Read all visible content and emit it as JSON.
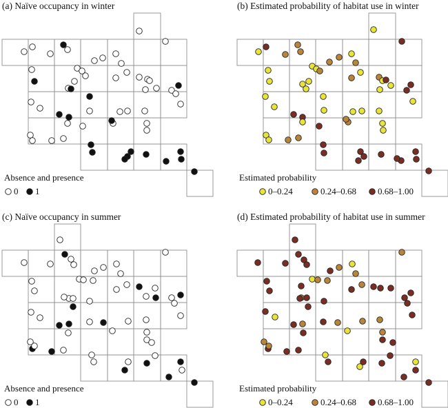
{
  "colors": {
    "absent_fill": "#ffffff",
    "present_fill": "#111111",
    "prob_low": "#e8e43a",
    "prob_mid": "#b9853a",
    "prob_high": "#7a2d24",
    "grid_stroke": "#8f8f8f",
    "marker_stroke": "#222222"
  },
  "panels": [
    {
      "id": "a",
      "title": "(a) Naïve occupancy in winter",
      "kind": "naive",
      "legend": {
        "title": "Absence and presence",
        "items": [
          "0",
          "1"
        ]
      },
      "points": [
        [
          202,
          45,
          0
        ],
        [
          35,
          75,
          0
        ],
        [
          47,
          68,
          0
        ],
        [
          92,
          65,
          1
        ],
        [
          98,
          72,
          0
        ],
        [
          73,
          78,
          0
        ],
        [
          240,
          60,
          0
        ],
        [
          168,
          78,
          0
        ],
        [
          149,
          84,
          0
        ],
        [
          137,
          88,
          0
        ],
        [
          176,
          92,
          0
        ],
        [
          112,
          99,
          0
        ],
        [
          119,
          103,
          0
        ],
        [
          124,
          110,
          0
        ],
        [
          108,
          118,
          0
        ],
        [
          99,
          128,
          0
        ],
        [
          103,
          129,
          1
        ],
        [
          46,
          101,
          0
        ],
        [
          50,
          118,
          1
        ],
        [
          184,
          105,
          0
        ],
        [
          168,
          113,
          0
        ],
        [
          202,
          112,
          0
        ],
        [
          214,
          115,
          0
        ],
        [
          217,
          117,
          0
        ],
        [
          211,
          130,
          0
        ],
        [
          227,
          128,
          0
        ],
        [
          249,
          131,
          0
        ],
        [
          255,
          136,
          0
        ],
        [
          259,
          124,
          1
        ],
        [
          45,
          148,
          0
        ],
        [
          58,
          157,
          0
        ],
        [
          130,
          140,
          1
        ],
        [
          130,
          161,
          0
        ],
        [
          86,
          166,
          1
        ],
        [
          100,
          170,
          1
        ],
        [
          98,
          179,
          0
        ],
        [
          120,
          183,
          0
        ],
        [
          210,
          161,
          0
        ],
        [
          185,
          161,
          0
        ],
        [
          174,
          162,
          0
        ],
        [
          164,
          179,
          0
        ],
        [
          162,
          175,
          1
        ],
        [
          213,
          179,
          0
        ],
        [
          213,
          189,
          0
        ],
        [
          44,
          196,
          0
        ],
        [
          47,
          204,
          0
        ],
        [
          75,
          204,
          0
        ],
        [
          92,
          201,
          0
        ],
        [
          262,
          151,
          0
        ],
        [
          132,
          210,
          1
        ],
        [
          134,
          221,
          1
        ],
        [
          190,
          220,
          1
        ],
        [
          185,
          227,
          1
        ],
        [
          181,
          231,
          1
        ],
        [
          212,
          224,
          1
        ],
        [
          241,
          234,
          1
        ],
        [
          262,
          220,
          1
        ],
        [
          263,
          231,
          1
        ],
        [
          282,
          249,
          1
        ]
      ]
    },
    {
      "id": "b",
      "title": "(b) Estimated probability of habitat use in winter",
      "kind": "prob",
      "legend": {
        "title": "Estimated probability",
        "items": [
          "0–0.24",
          "0.24–0.68",
          "0.68–1.00"
        ]
      },
      "points": [
        [
          542,
          43,
          0
        ],
        [
          375,
          75,
          0
        ],
        [
          386,
          68,
          2
        ],
        [
          432,
          65,
          1
        ],
        [
          436,
          75,
          1
        ],
        [
          414,
          79,
          1
        ],
        [
          583,
          60,
          2
        ],
        [
          510,
          78,
          0
        ],
        [
          492,
          83,
          1
        ],
        [
          478,
          90,
          1
        ],
        [
          516,
          91,
          1
        ],
        [
          453,
          96,
          0
        ],
        [
          459,
          100,
          0
        ],
        [
          464,
          103,
          1
        ],
        [
          448,
          118,
          0
        ],
        [
          439,
          122,
          0
        ],
        [
          444,
          129,
          0
        ],
        [
          389,
          102,
          0
        ],
        [
          391,
          118,
          0
        ],
        [
          523,
          105,
          0
        ],
        [
          510,
          113,
          1
        ],
        [
          550,
          112,
          1
        ],
        [
          555,
          117,
          0
        ],
        [
          560,
          116,
          2
        ],
        [
          551,
          130,
          0
        ],
        [
          567,
          124,
          0
        ],
        [
          590,
          131,
          2
        ],
        [
          596,
          123,
          2
        ],
        [
          599,
          147,
          0
        ],
        [
          385,
          140,
          0
        ],
        [
          398,
          155,
          0
        ],
        [
          469,
          140,
          0
        ],
        [
          470,
          160,
          0
        ],
        [
          426,
          166,
          2
        ],
        [
          439,
          170,
          2
        ],
        [
          439,
          177,
          0
        ],
        [
          463,
          183,
          2
        ],
        [
          550,
          161,
          0
        ],
        [
          525,
          161,
          0
        ],
        [
          512,
          162,
          0
        ],
        [
          505,
          177,
          1
        ],
        [
          502,
          173,
          1
        ],
        [
          555,
          179,
          0
        ],
        [
          556,
          189,
          0
        ],
        [
          386,
          196,
          0
        ],
        [
          390,
          203,
          0
        ],
        [
          418,
          203,
          1
        ],
        [
          433,
          200,
          1
        ],
        [
          469,
          210,
          2
        ],
        [
          470,
          222,
          2
        ],
        [
          523,
          220,
          2
        ],
        [
          528,
          227,
          2
        ],
        [
          520,
          233,
          2
        ],
        [
          553,
          224,
          2
        ],
        [
          582,
          233,
          2
        ],
        [
          603,
          220,
          2
        ],
        [
          604,
          231,
          2
        ],
        [
          622,
          248,
          2
        ],
        [
          576,
          230,
          2
        ]
      ]
    },
    {
      "id": "c",
      "title": "(c) Naïve occupancy in summer",
      "kind": "naive",
      "legend": {
        "title": "Absence and presence",
        "items": [
          "0",
          "1"
        ]
      },
      "points": [
        [
          87,
          348,
          0
        ],
        [
          35,
          381,
          0
        ],
        [
          94,
          369,
          1
        ],
        [
          103,
          376,
          0
        ],
        [
          73,
          383,
          0
        ],
        [
          107,
          384,
          0
        ],
        [
          240,
          366,
          0
        ],
        [
          169,
          383,
          0
        ],
        [
          150,
          388,
          0
        ],
        [
          137,
          393,
          0
        ],
        [
          175,
          397,
          0
        ],
        [
          115,
          405,
          0
        ],
        [
          121,
          406,
          0
        ],
        [
          135,
          407,
          0
        ],
        [
          100,
          433,
          0
        ],
        [
          106,
          433,
          0
        ],
        [
          93,
          431,
          0
        ],
        [
          46,
          408,
          0
        ],
        [
          50,
          422,
          0
        ],
        [
          184,
          413,
          0
        ],
        [
          169,
          420,
          0
        ],
        [
          202,
          416,
          1
        ],
        [
          225,
          418,
          0
        ],
        [
          212,
          430,
          0
        ],
        [
          253,
          440,
          0
        ],
        [
          249,
          432,
          0
        ],
        [
          226,
          432,
          1
        ],
        [
          262,
          428,
          1
        ],
        [
          45,
          453,
          0
        ],
        [
          58,
          461,
          0
        ],
        [
          130,
          437,
          0
        ],
        [
          130,
          467,
          0
        ],
        [
          106,
          445,
          1
        ],
        [
          86,
          472,
          1
        ],
        [
          100,
          470,
          1
        ],
        [
          99,
          483,
          0
        ],
        [
          150,
          468,
          1
        ],
        [
          212,
          464,
          0
        ],
        [
          186,
          466,
          0
        ],
        [
          163,
          480,
          0
        ],
        [
          213,
          482,
          0
        ],
        [
          213,
          493,
          0
        ],
        [
          220,
          497,
          0
        ],
        [
          44,
          496,
          0
        ],
        [
          47,
          506,
          1
        ],
        [
          50,
          502,
          0
        ],
        [
          75,
          510,
          1
        ],
        [
          92,
          508,
          0
        ],
        [
          133,
          515,
          0
        ],
        [
          136,
          525,
          0
        ],
        [
          186,
          525,
          0
        ],
        [
          181,
          537,
          1
        ],
        [
          213,
          527,
          1
        ],
        [
          225,
          516,
          0
        ],
        [
          245,
          547,
          1
        ],
        [
          262,
          525,
          1
        ],
        [
          264,
          537,
          0
        ],
        [
          262,
          458,
          0
        ],
        [
          282,
          555,
          1
        ]
      ]
    },
    {
      "id": "d",
      "title": "(d) Estimated probability of habitat use in summer",
      "kind": "prob",
      "legend": {
        "title": "Estimated probability",
        "items": [
          "0–0.24",
          "0.24–0.68",
          "0.68–1.00"
        ]
      },
      "points": [
        [
          428,
          348,
          2
        ],
        [
          374,
          381,
          2
        ],
        [
          433,
          369,
          2
        ],
        [
          441,
          377,
          2
        ],
        [
          414,
          382,
          2
        ],
        [
          445,
          384,
          2
        ],
        [
          583,
          366,
          1
        ],
        [
          511,
          383,
          0
        ],
        [
          492,
          388,
          1
        ],
        [
          479,
          393,
          2
        ],
        [
          516,
          397,
          1
        ],
        [
          453,
          405,
          0
        ],
        [
          461,
          406,
          1
        ],
        [
          475,
          407,
          1
        ],
        [
          437,
          432,
          1
        ],
        [
          445,
          432,
          2
        ],
        [
          435,
          433,
          2
        ],
        [
          387,
          408,
          2
        ],
        [
          391,
          422,
          2
        ],
        [
          525,
          413,
          1
        ],
        [
          510,
          420,
          2
        ],
        [
          542,
          416,
          2
        ],
        [
          552,
          418,
          2
        ],
        [
          567,
          418,
          2
        ],
        [
          591,
          440,
          2
        ],
        [
          587,
          432,
          2
        ],
        [
          596,
          425,
          2
        ],
        [
          385,
          452,
          2
        ],
        [
          399,
          460,
          0
        ],
        [
          470,
          437,
          2
        ],
        [
          469,
          467,
          2
        ],
        [
          447,
          445,
          2
        ],
        [
          426,
          471,
          2
        ],
        [
          439,
          470,
          1
        ],
        [
          440,
          483,
          2
        ],
        [
          490,
          468,
          1
        ],
        [
          551,
          464,
          1
        ],
        [
          526,
          466,
          1
        ],
        [
          504,
          480,
          0
        ],
        [
          555,
          482,
          1
        ],
        [
          555,
          493,
          2
        ],
        [
          570,
          497,
          2
        ],
        [
          383,
          496,
          1
        ],
        [
          389,
          506,
          2
        ],
        [
          390,
          502,
          1
        ],
        [
          416,
          510,
          2
        ],
        [
          433,
          508,
          2
        ],
        [
          472,
          515,
          0
        ],
        [
          476,
          525,
          2
        ],
        [
          527,
          525,
          2
        ],
        [
          522,
          532,
          0
        ],
        [
          554,
          527,
          2
        ],
        [
          566,
          516,
          2
        ],
        [
          586,
          547,
          2
        ],
        [
          603,
          525,
          0
        ],
        [
          603,
          537,
          2
        ],
        [
          622,
          555,
          2
        ],
        [
          598,
          457,
          2
        ],
        [
          437,
          415,
          2
        ]
      ]
    }
  ]
}
